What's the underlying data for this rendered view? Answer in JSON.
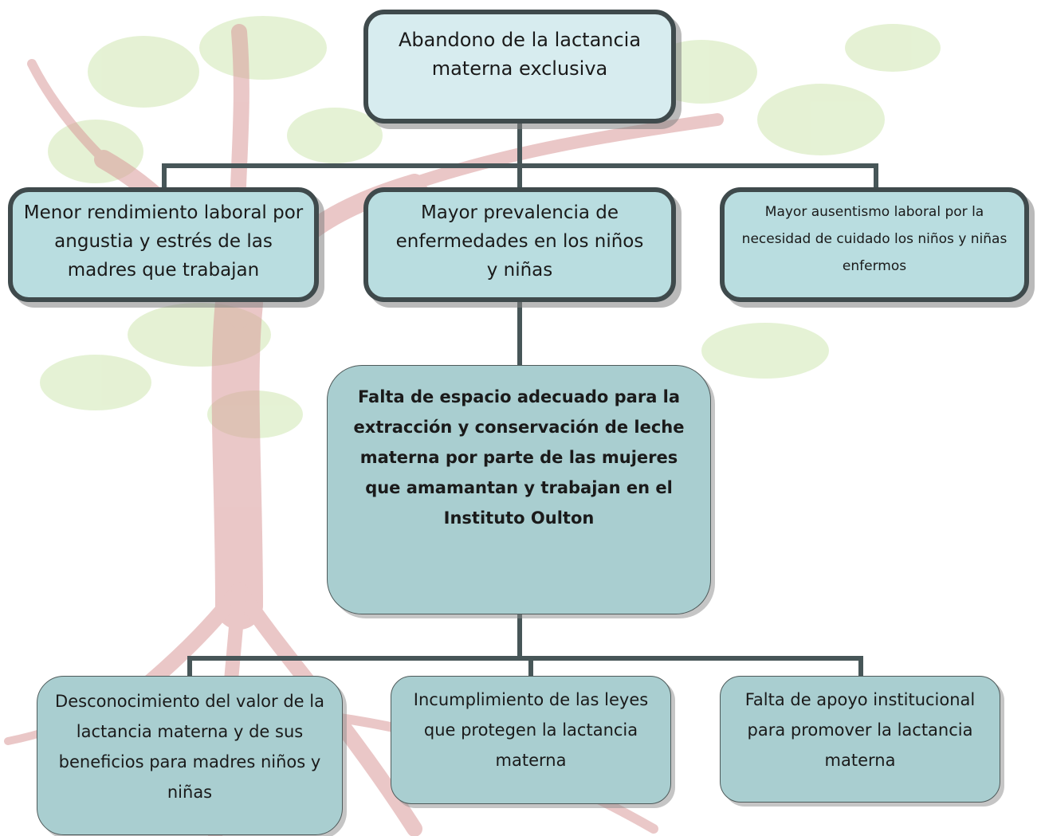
{
  "colors": {
    "root_fill": "#d7ecef",
    "effect_fill": "#b9dde0",
    "problem_fill": "#a9ced0",
    "cause_fill": "#a9ced0",
    "border": "#3f4a4c",
    "connector": "#475658",
    "trunk": "#c97a7a",
    "leaves": "#c6e2a2"
  },
  "root": {
    "text": "Abandono de la lactancia materna exclusiva"
  },
  "effects": [
    {
      "text": "Menor rendimiento laboral por angustia y estrés de las madres que trabajan"
    },
    {
      "text": "Mayor prevalencia de enfermedades en los niños y niñas"
    },
    {
      "text": "Mayor ausentismo laboral por la necesidad de cuidado los niños y niñas enfermos"
    }
  ],
  "problem": {
    "text": "Falta de espacio adecuado para la extracción y conservación de leche materna por parte de las mujeres que amamantan y trabajan en el Instituto Oulton"
  },
  "causes": [
    {
      "text": "Desconocimiento del valor de la lactancia materna y de sus beneficios para madres niños y niñas"
    },
    {
      "text": "Incumplimiento de las leyes que protegen la lactancia materna"
    },
    {
      "text": "Falta de apoyo institucional para promover la lactancia materna"
    }
  ],
  "background": {
    "icon": "tree-watermark-icon"
  }
}
